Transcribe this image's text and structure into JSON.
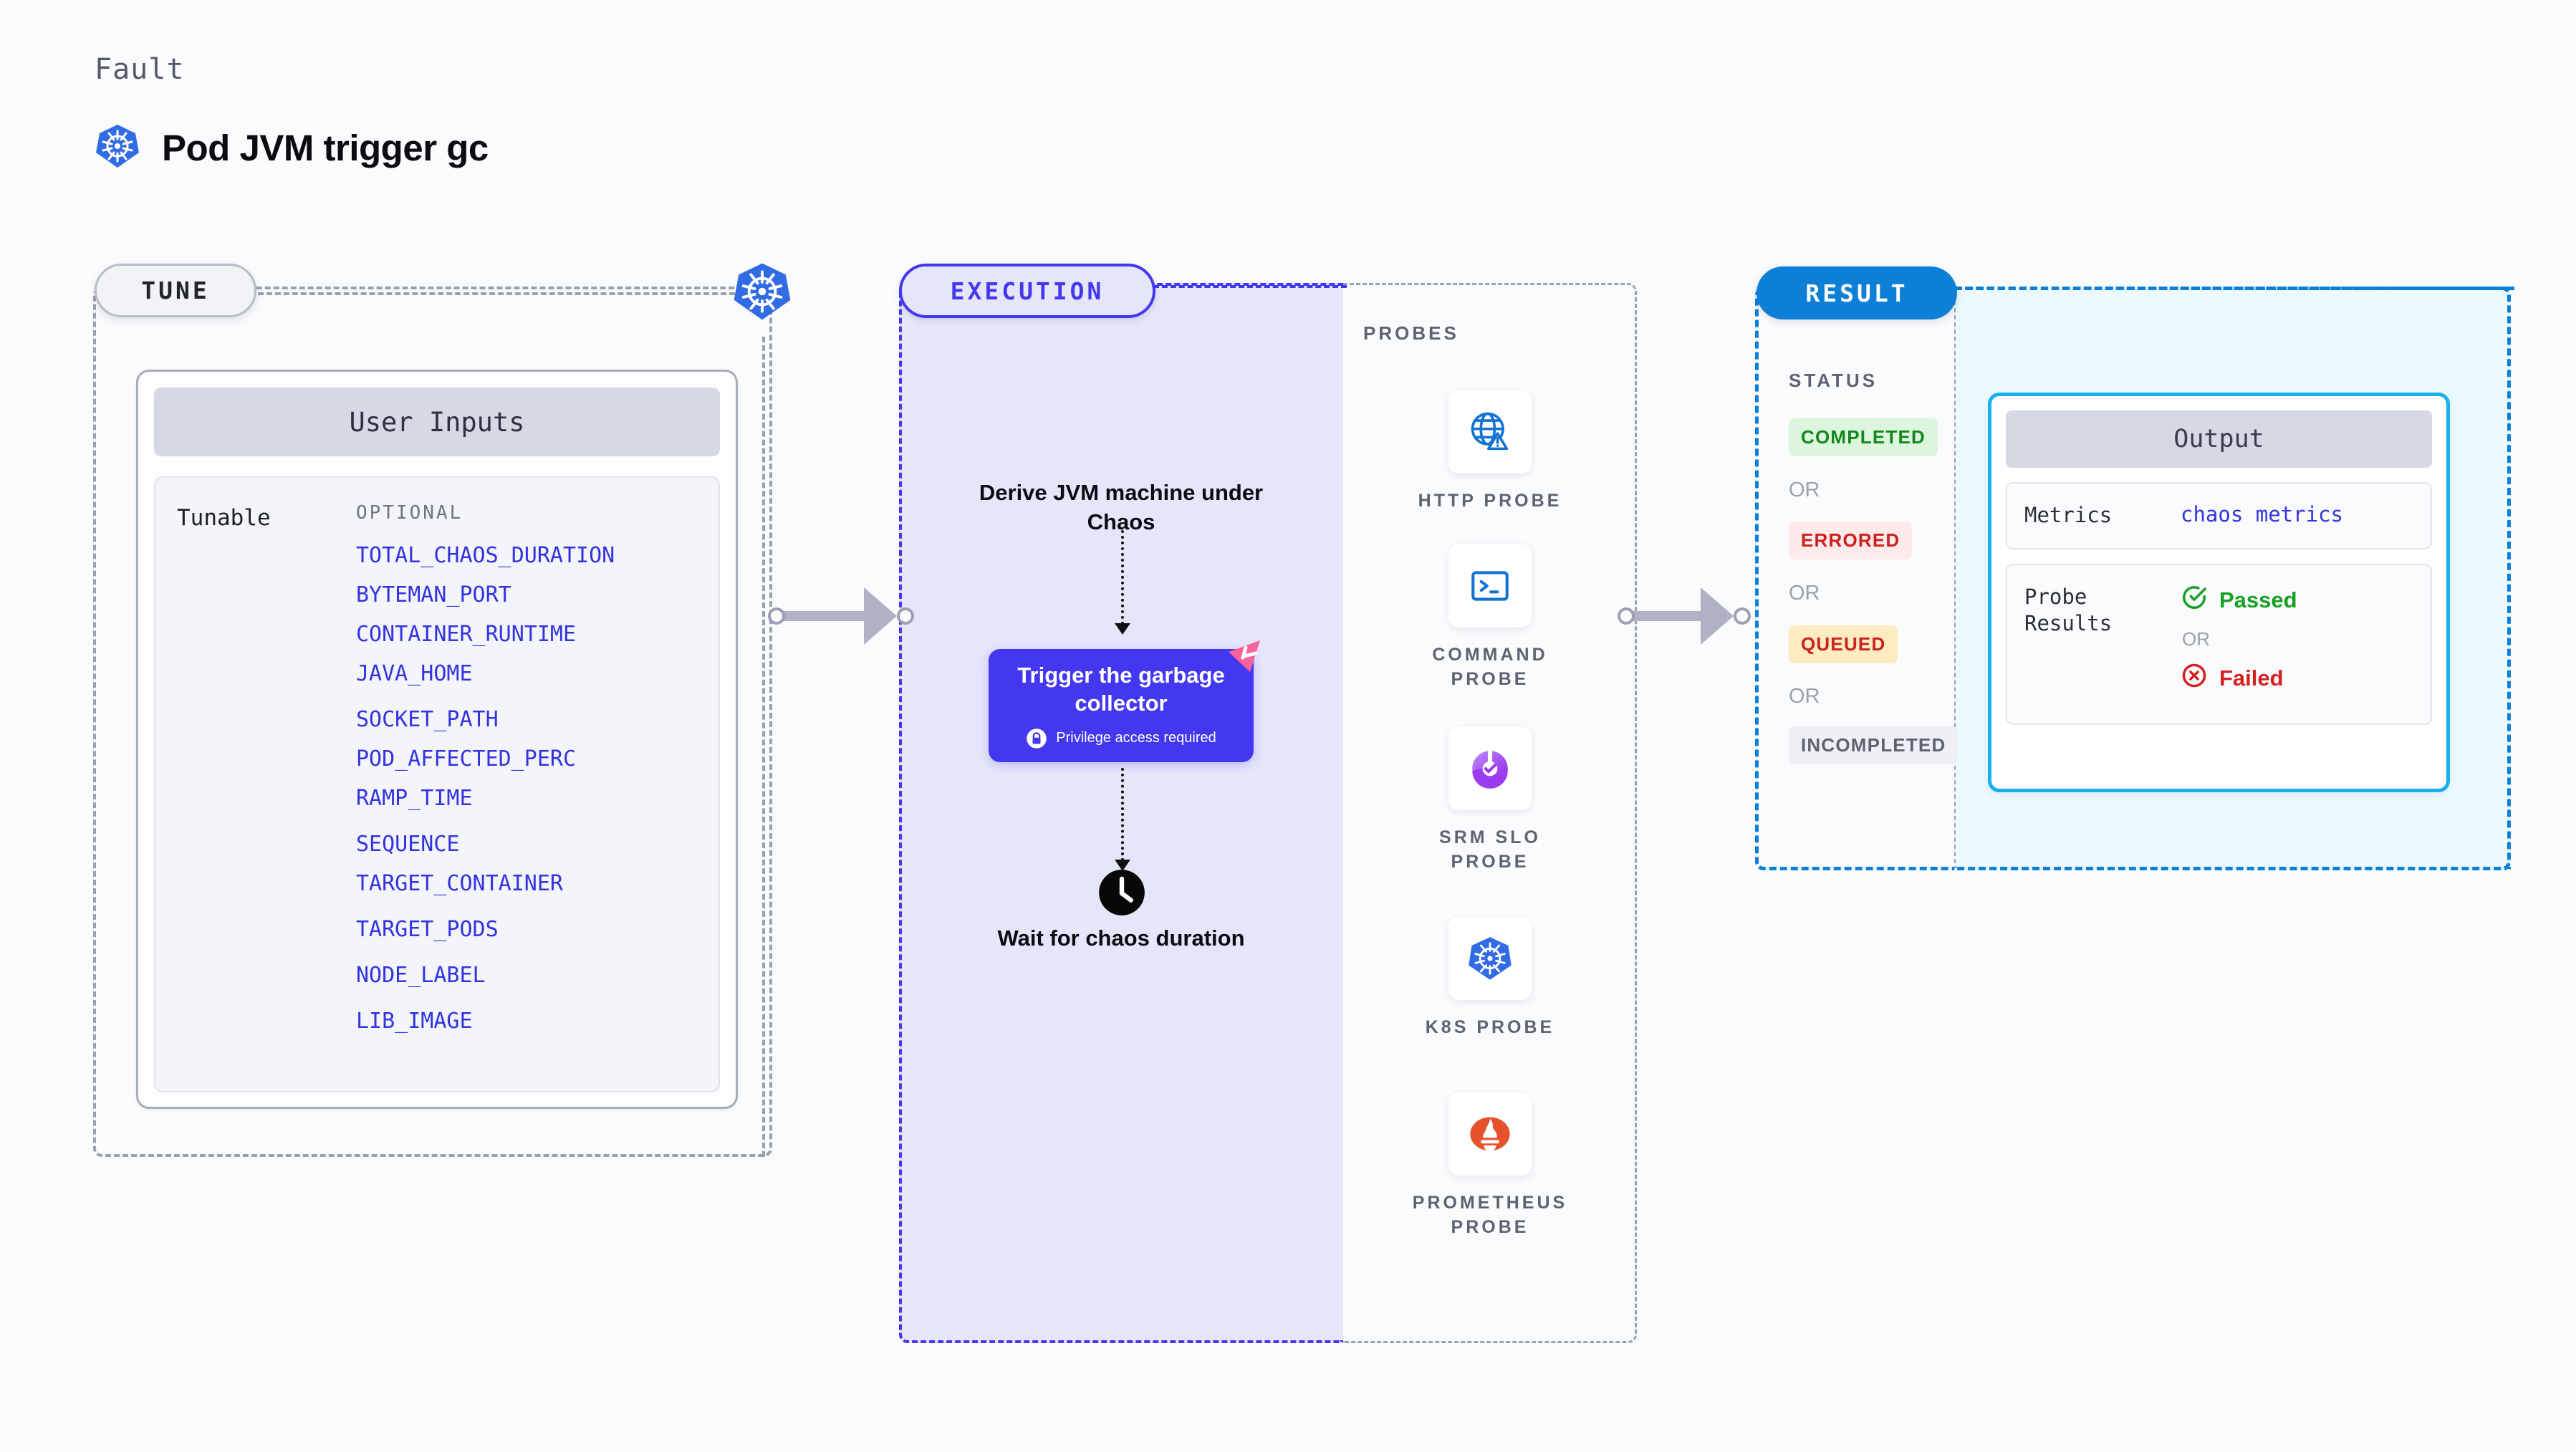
{
  "header": {
    "kicker": "Fault",
    "title": "Pod JVM trigger gc",
    "icon": "kubernetes-icon"
  },
  "stages": {
    "tune": {
      "label": "TUNE"
    },
    "execution": {
      "label": "EXECUTION"
    },
    "result": {
      "label": "RESULT"
    }
  },
  "tune": {
    "card_title": "User Inputs",
    "tunable_label": "Tunable",
    "optional_label": "OPTIONAL",
    "tunables": [
      "TOTAL_CHAOS_DURATION",
      "BYTEMAN_PORT",
      "CONTAINER_RUNTIME",
      "JAVA_HOME",
      "SOCKET_PATH",
      "POD_AFFECTED_PERC",
      "RAMP_TIME",
      "SEQUENCE",
      "TARGET_CONTAINER",
      "TARGET_PODS",
      "NODE_LABEL",
      "LIB_IMAGE"
    ],
    "accent_color": "#3333e0"
  },
  "execution": {
    "step_1": "Derive JVM machine under Chaos",
    "action_card": {
      "title": "Trigger the garbage collector",
      "badge": "Privilege access required",
      "badge_icon": "lock-icon",
      "ribbon_icon": "litmus-ribbon-icon",
      "color": "#4338ef"
    },
    "step_2": "Wait for chaos duration",
    "step_2_icon": "clock-icon"
  },
  "probes": {
    "title": "PROBES",
    "items": [
      {
        "label": "HTTP PROBE",
        "icon": "globe-warning-icon"
      },
      {
        "label": "COMMAND PROBE",
        "icon": "terminal-icon"
      },
      {
        "label": "SRM SLO PROBE",
        "icon": "srm-slo-icon"
      },
      {
        "label": "K8S PROBE",
        "icon": "kubernetes-icon"
      },
      {
        "label": "PROMETHEUS PROBE",
        "icon": "prometheus-icon"
      }
    ]
  },
  "result": {
    "status_title": "STATUS",
    "or_label": "OR",
    "statuses": [
      {
        "label": "COMPLETED",
        "bg": "#dcf6de",
        "fg": "#14861e"
      },
      {
        "label": "ERRORED",
        "bg": "#fdeaea",
        "fg": "#cf2020"
      },
      {
        "label": "QUEUED",
        "bg": "#fdecbf",
        "fg": "#cb2020"
      },
      {
        "label": "INCOMPLETED",
        "bg": "#eef0f5",
        "fg": "#5d6373"
      }
    ],
    "output": {
      "title": "Output",
      "metrics_key": "Metrics",
      "metrics_value": "chaos metrics",
      "probe_results_key": "Probe Results",
      "passed_label": "Passed",
      "failed_label": "Failed",
      "or_label": "OR",
      "passed_icon": "check-circle-icon",
      "failed_icon": "x-circle-icon"
    }
  }
}
